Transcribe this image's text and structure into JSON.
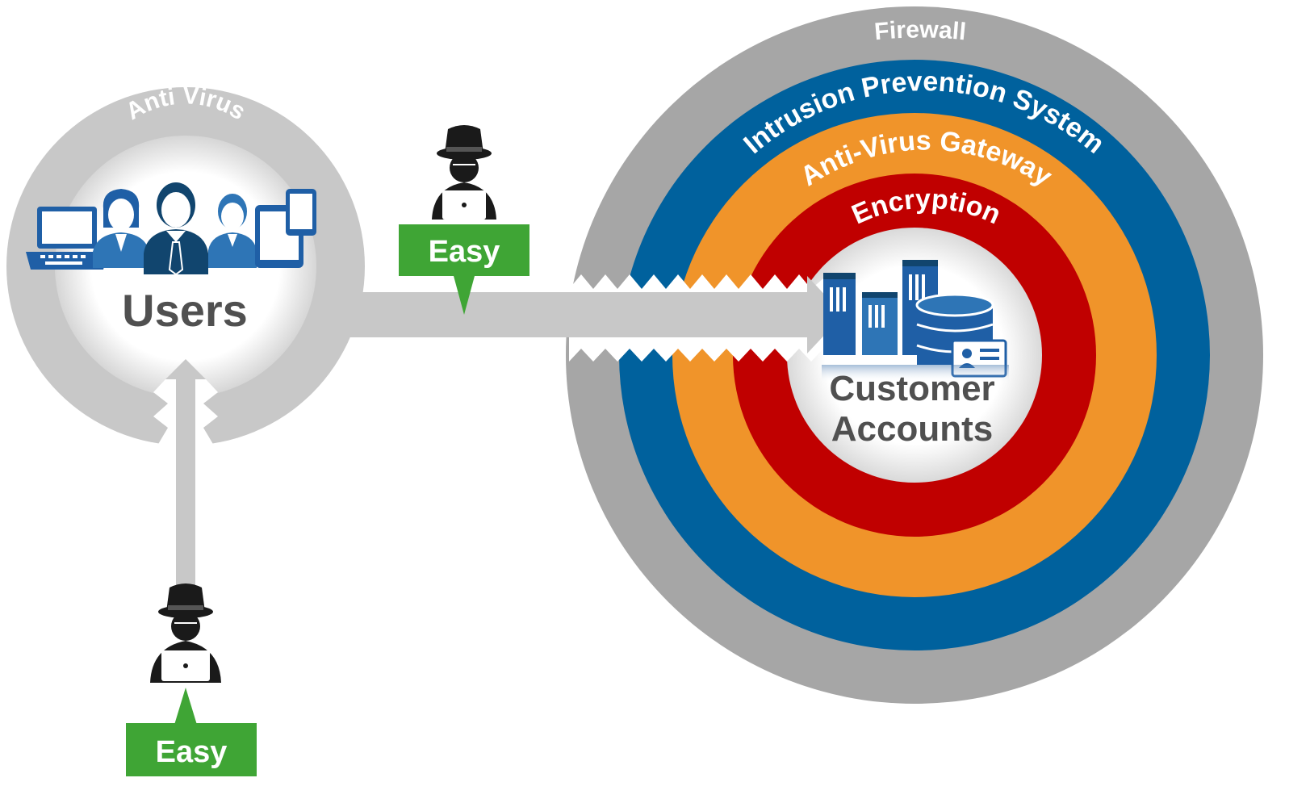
{
  "users_circle": {
    "ring_label": "Anti Virus",
    "title": "Users"
  },
  "target": {
    "rings": [
      {
        "key": "firewall",
        "label": "Firewall",
        "color": "#a6a6a6"
      },
      {
        "key": "ips",
        "label": "Intrusion Prevention System",
        "color": "#00619d"
      },
      {
        "key": "av_gateway",
        "label": "Anti-Virus Gateway",
        "color": "#f0942a"
      },
      {
        "key": "encryption",
        "label": "Encryption",
        "color": "#c00000"
      }
    ],
    "title_line1": "Customer",
    "title_line2": "Accounts"
  },
  "attack_paths": [
    {
      "key": "top",
      "badge": "Easy",
      "badge_color": "#3fa535"
    },
    {
      "key": "bottom",
      "badge": "Easy",
      "badge_color": "#3fa535"
    }
  ],
  "colors": {
    "arrow_gray": "#c8c8c8",
    "icon_blue": "#1f5fa6",
    "icon_dark": "#11456e",
    "hacker_black": "#1a1a1a"
  }
}
